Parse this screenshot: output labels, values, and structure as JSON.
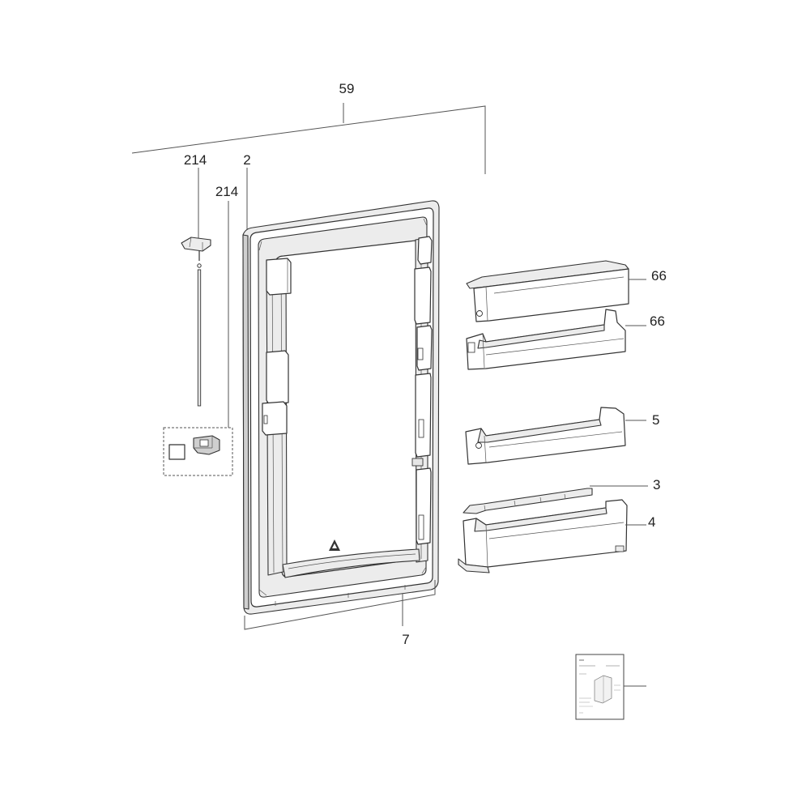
{
  "callouts": {
    "c59": "59",
    "c214a": "214",
    "c2": "2",
    "c214b": "214",
    "c66a": "66",
    "c66b": "66",
    "c5": "5",
    "c3": "3",
    "c4": "4",
    "c7": "7"
  },
  "colors": {
    "line": "#555555",
    "outline": "#333333",
    "fill_light": "#ececec",
    "fill_dark": "#cfcfcf"
  }
}
